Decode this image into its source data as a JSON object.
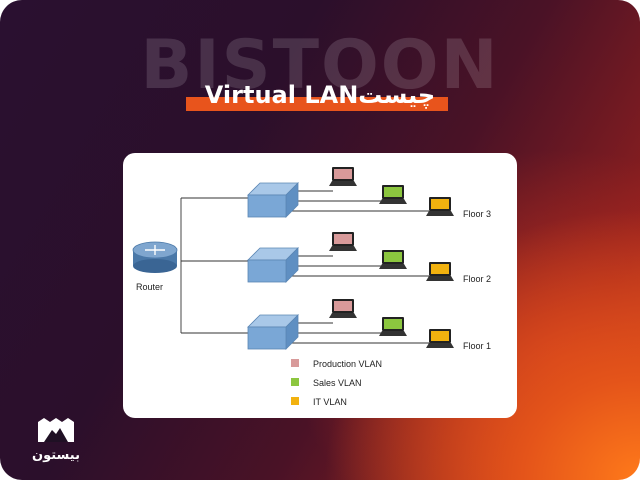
{
  "background_brand": "BISTOON",
  "title": "Virtual LANچیست",
  "colors": {
    "accent": "#e8541c",
    "production": "#d89a9a",
    "sales": "#8cc63f",
    "it": "#f2b20f",
    "switch": "#7aa7d6",
    "router": "#4a78a8"
  },
  "diagram": {
    "router_label": "Router",
    "floors": [
      {
        "label": "Floor 3"
      },
      {
        "label": "Floor 2"
      },
      {
        "label": "Floor 1"
      }
    ],
    "legend": [
      {
        "label": "Production VLAN",
        "color_key": "production"
      },
      {
        "label": "Sales VLAN",
        "color_key": "sales"
      },
      {
        "label": "IT VLAN",
        "color_key": "it"
      }
    ]
  },
  "logo": {
    "icon": "mountain-icon",
    "text": "بیستون"
  }
}
